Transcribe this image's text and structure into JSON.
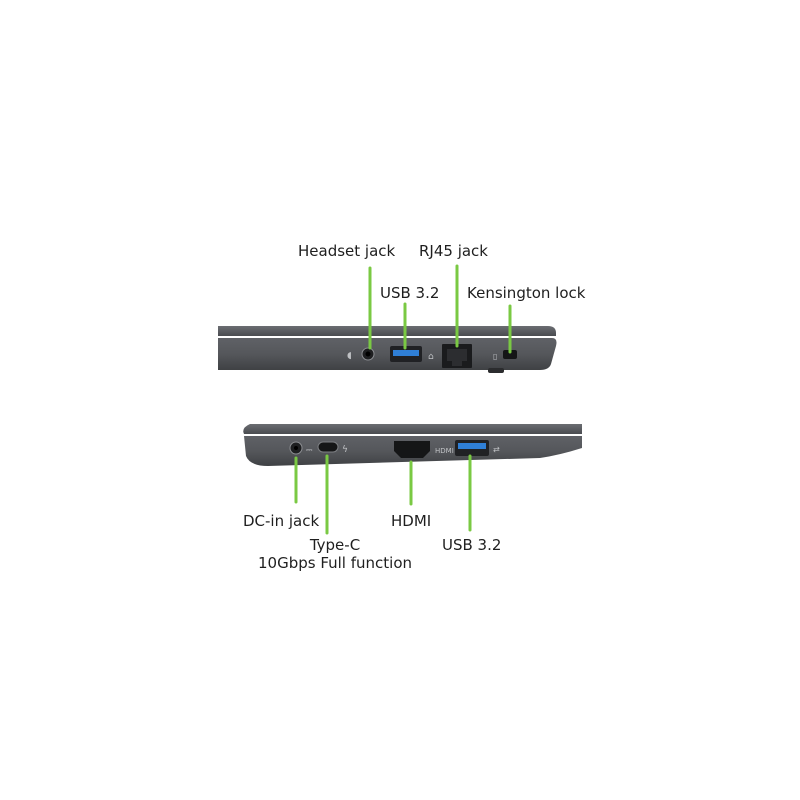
{
  "right_side": {
    "ports": {
      "headset": "Headset jack",
      "usb": "USB 3.2",
      "rj45": "RJ45 jack",
      "kensington": "Kensington lock"
    }
  },
  "left_side": {
    "ports": {
      "dc_in": "DC-in jack",
      "typec_line1": "Type-C",
      "typec_line2": "10Gbps Full function",
      "hdmi": "HDMI",
      "usb": "USB 3.2"
    }
  },
  "colors": {
    "leader_line": "#7ac943",
    "chassis": "#5a5c60",
    "usb_port_blue": "#2f7fd6"
  },
  "icons": [
    "headset-icon",
    "usb-icon",
    "ethernet-icon",
    "lock-icon",
    "dc-icon",
    "usb-c-icon",
    "hdmi-icon"
  ]
}
